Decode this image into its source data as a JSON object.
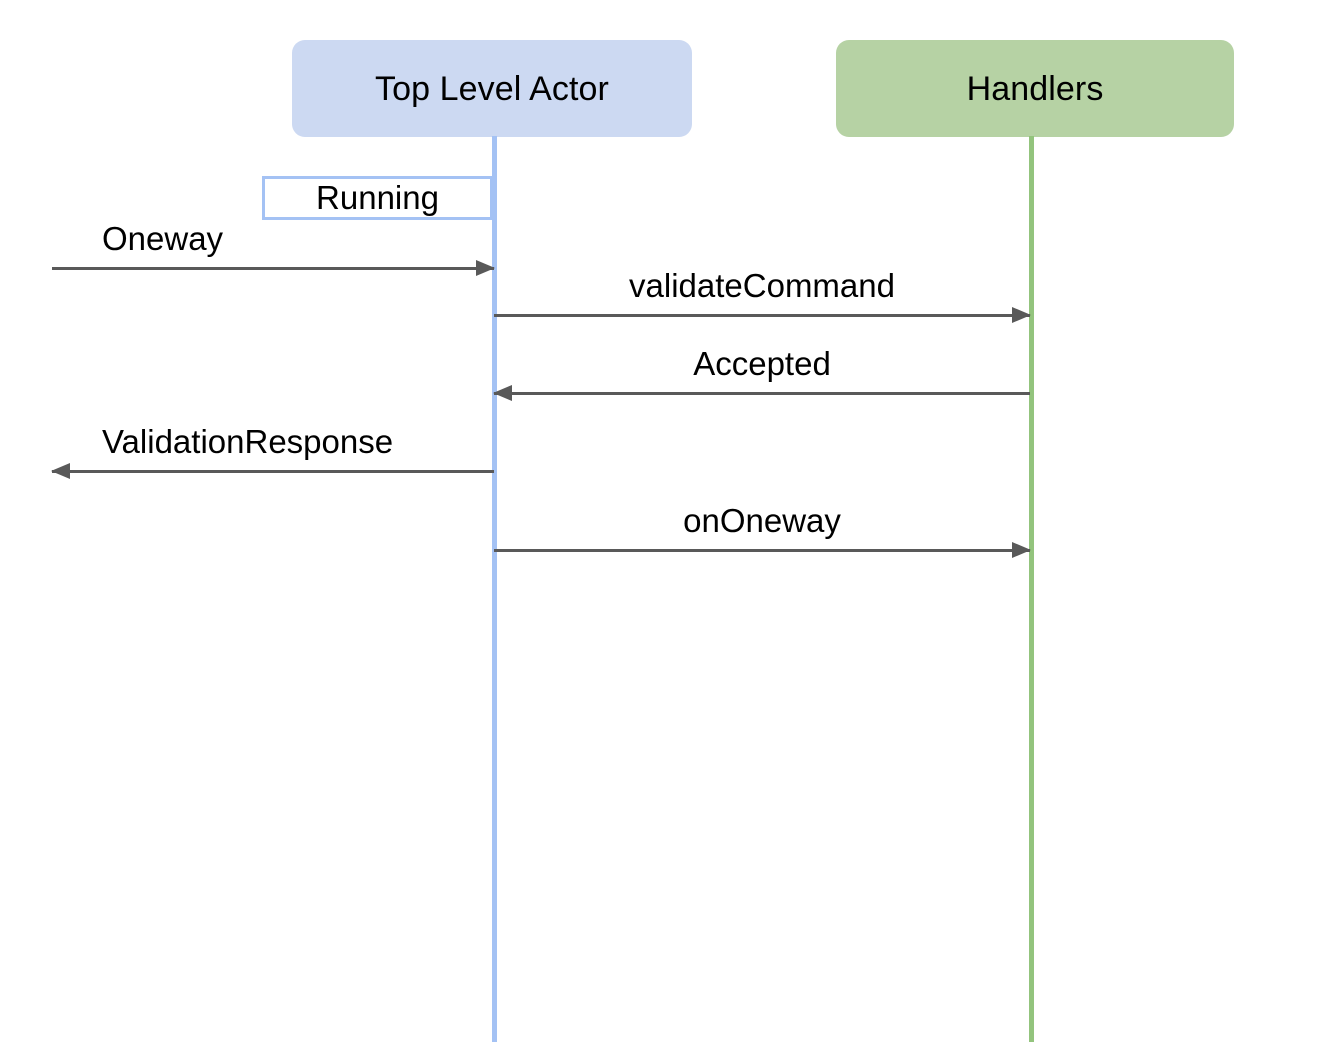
{
  "diagram": {
    "type": "sequence-diagram",
    "title": "",
    "background_color": "#ffffff"
  },
  "participants": [
    {
      "id": "actor",
      "label": "Top Level Actor",
      "fill_color": "#ccd9f2",
      "lifeline_color": "#a4c2f4"
    },
    {
      "id": "handlers",
      "label": "Handlers",
      "fill_color": "#b6d2a4",
      "lifeline_color": "#93c47d"
    }
  ],
  "states": [
    {
      "id": "running",
      "label": "Running",
      "on": "actor",
      "fill_color": "#ffffff",
      "border_color": "#a4c2f4"
    }
  ],
  "messages": [
    {
      "id": "oneway",
      "label": "Oneway",
      "from": "external",
      "to": "actor",
      "direction": "right"
    },
    {
      "id": "validate-command",
      "label": "validateCommand",
      "from": "actor",
      "to": "handlers",
      "direction": "right"
    },
    {
      "id": "accepted",
      "label": "Accepted",
      "from": "handlers",
      "to": "actor",
      "direction": "left"
    },
    {
      "id": "validation-response",
      "label": "ValidationResponse",
      "from": "actor",
      "to": "external",
      "direction": "left"
    },
    {
      "id": "on-oneway",
      "label": "onOneway",
      "from": "actor",
      "to": "handlers",
      "direction": "right"
    }
  ],
  "style": {
    "arrow_color": "#595959",
    "text_color": "#000000"
  }
}
